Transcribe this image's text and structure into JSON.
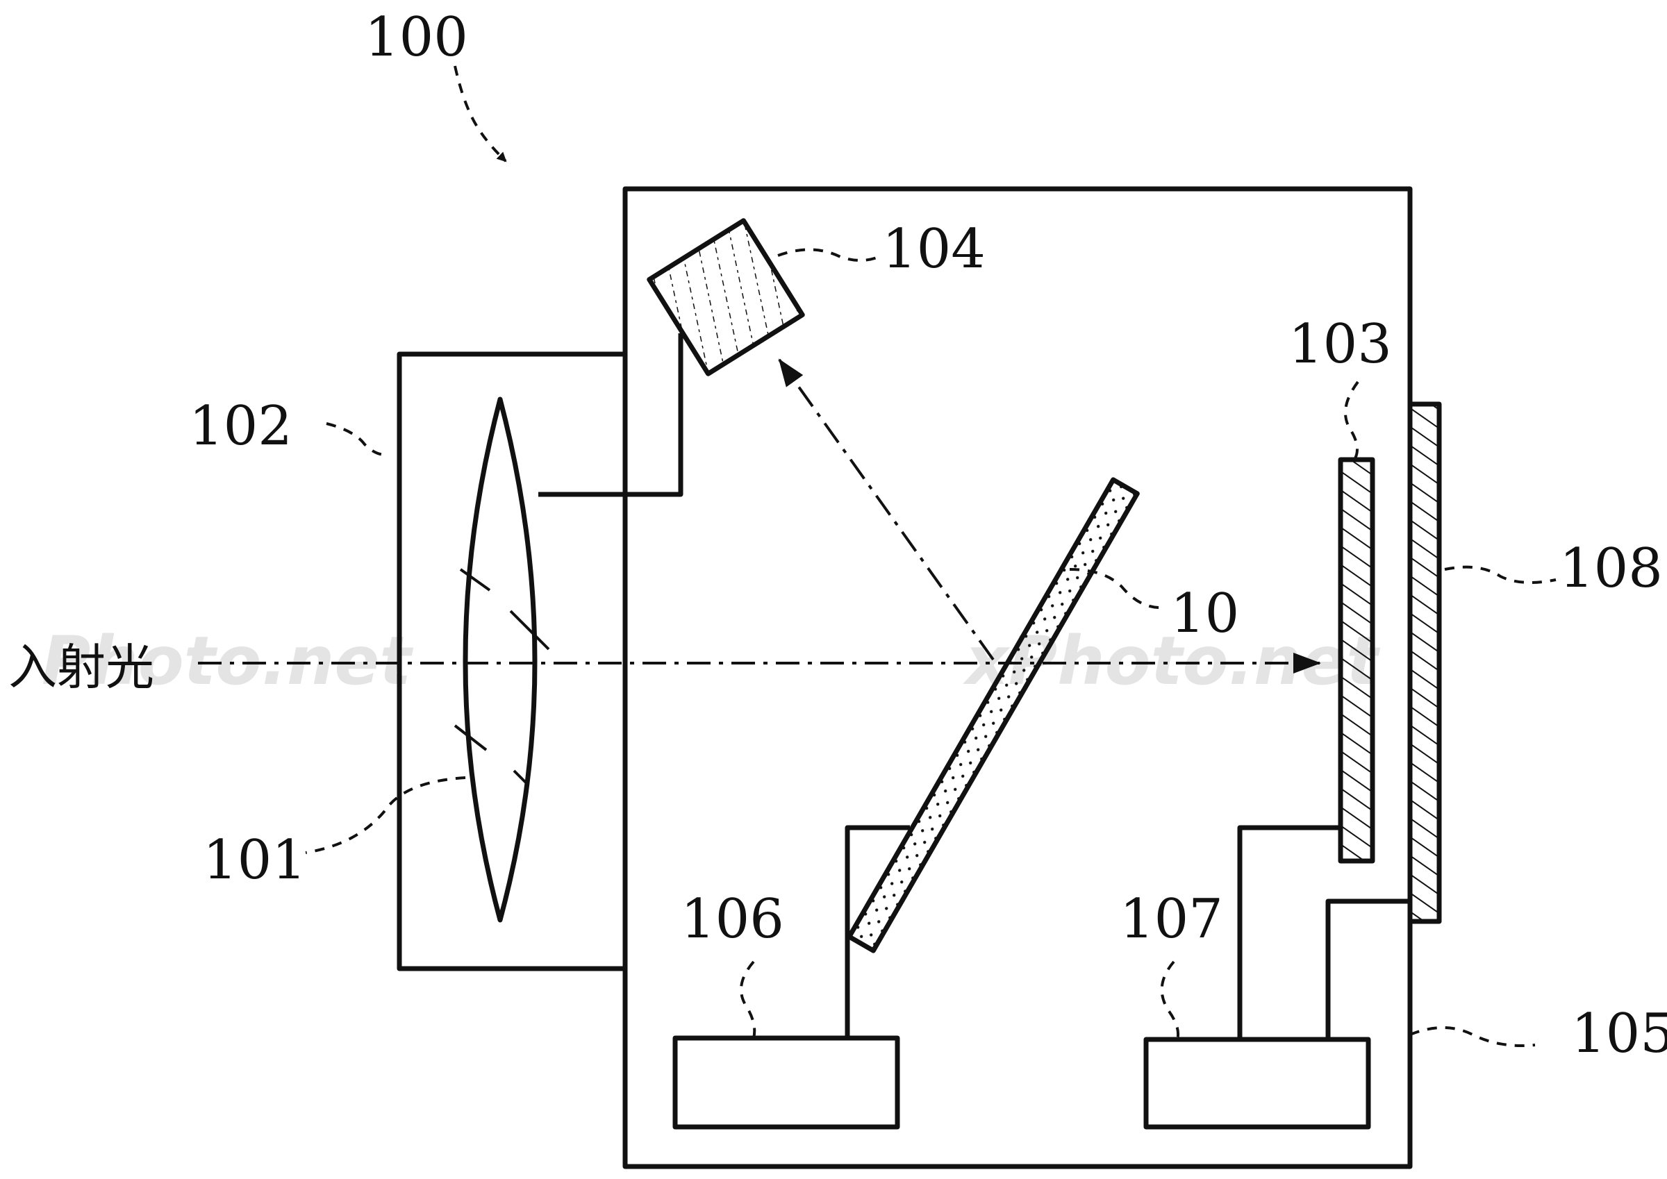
{
  "labels": {
    "system": "100",
    "lens": "101",
    "lens_barrel": "102",
    "sensor": "103",
    "viewfinder_prism": "104",
    "body": "105",
    "unit_106": "106",
    "unit_107": "107",
    "rear_panel": "108",
    "mirror": "10",
    "incident_light": "入射光"
  },
  "watermark": {
    "left": "Photo.net",
    "right": "xPhoto.net"
  },
  "colors": {
    "ink": "#111111",
    "background": "#ffffff"
  }
}
